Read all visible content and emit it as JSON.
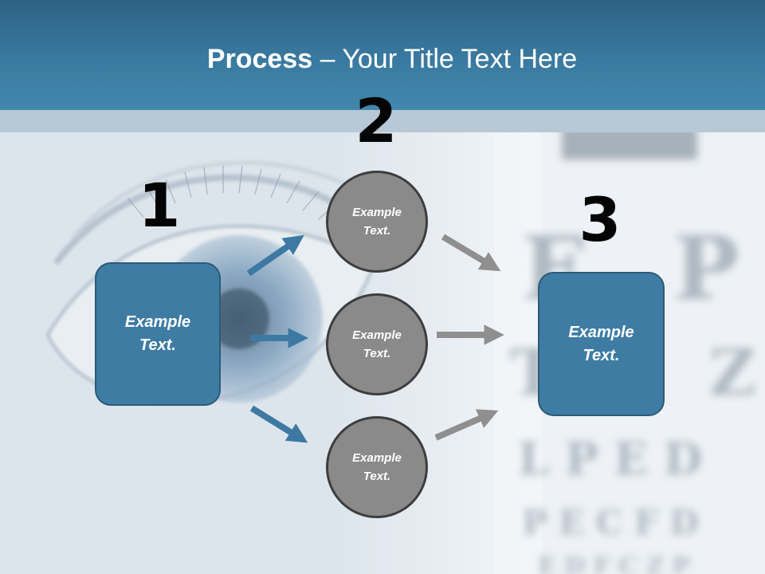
{
  "slide": {
    "title_bold": "Process",
    "title_rest": " – Your Title Text Here",
    "steps": {
      "one": "1",
      "two": "2",
      "three": "3"
    },
    "left_box": "Example\nText.",
    "circles": [
      "Example\nText.",
      "Example\nText.",
      "Example\nText."
    ],
    "right_box": "Example\nText."
  },
  "colors": {
    "title_bar": "#3a7aa1",
    "box_fill": "#3e7ca4",
    "circle_fill": "#8a8a8a",
    "blue_arrow": "#3d79a2",
    "gray_arrow": "#8f8f8f"
  }
}
